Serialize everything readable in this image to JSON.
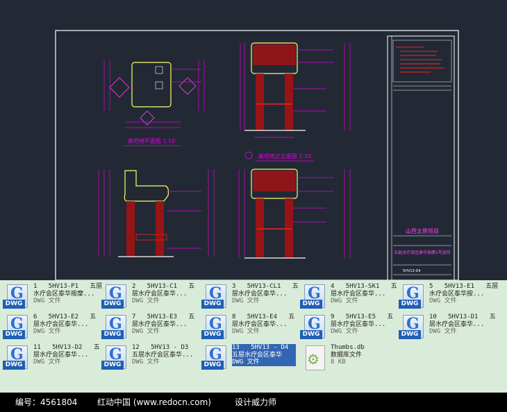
{
  "cad": {
    "view_titles": [
      "高吧椅平面图 1:10",
      "高吧椅正立面图 1:10"
    ],
    "title_block": {
      "project": "山西太原项目",
      "drawing": "五层水疗会区泰华按摩1号会所",
      "sheet_code": "5HV13-D4"
    }
  },
  "files": [
    {
      "line1": "1   5HV13-P1   五层",
      "line2": "水疗会区泰华按摩...",
      "type": "DWG 文件",
      "icon": "dwg-file-icon",
      "selected": false
    },
    {
      "line1": "2   5HV13-C1   五",
      "line2": "层水疗会区泰华...",
      "type": "DWG 文件",
      "icon": "dwg-file-icon",
      "selected": false
    },
    {
      "line1": "3   5HV13-CL1   五",
      "line2": "层水疗会区泰华...",
      "type": "DWG 文件",
      "icon": "dwg-file-icon",
      "selected": false
    },
    {
      "line1": "4   5HV13-SK1   五",
      "line2": "层水疗会区泰华...",
      "type": "DWG 文件",
      "icon": "dwg-file-icon",
      "selected": false
    },
    {
      "line1": "5   5HV13-E1   五层",
      "line2": "水疗会区泰华按...",
      "type": "DWG 文件",
      "icon": "dwg-file-icon",
      "selected": false
    },
    {
      "line1": "6   5HV13-E2   五",
      "line2": "层水疗会区泰华...",
      "type": "DWG 文件",
      "icon": "dwg-file-icon",
      "selected": false
    },
    {
      "line1": "7   5HV13-E3   五",
      "line2": "层水疗会区泰华...",
      "type": "DWG 文件",
      "icon": "dwg-file-icon",
      "selected": false
    },
    {
      "line1": "8   5HV13-E4   五",
      "line2": "层水疗会区泰华...",
      "type": "DWG 文件",
      "icon": "dwg-file-icon",
      "selected": false
    },
    {
      "line1": "9   5HV13-E5   五",
      "line2": "层水疗会区泰华...",
      "type": "DWG 文件",
      "icon": "dwg-file-icon",
      "selected": false
    },
    {
      "line1": "10   5HV13-D1   五",
      "line2": "层水疗会区泰华...",
      "type": "DWG 文件",
      "icon": "dwg-file-icon",
      "selected": false
    },
    {
      "line1": "11   5HV13-D2   五",
      "line2": "层水疗会区泰华...",
      "type": "DWG 文件",
      "icon": "dwg-file-icon",
      "selected": false
    },
    {
      "line1": "12   5HV13 - D3",
      "line2": "五层水疗会区泰华...",
      "type": "DWG 文件",
      "icon": "dwg-file-icon",
      "selected": false
    },
    {
      "line1": "13   5HV13 - D4",
      "line2": "五层水疗会区泰华",
      "type": "DWG 文件",
      "icon": "dwg-file-icon",
      "selected": true
    },
    {
      "line1": "Thumbs.db",
      "line2": "数据库文件",
      "type": "8 KB",
      "icon": "database-file-icon",
      "selected": false
    }
  ],
  "footer": {
    "id_text": "编号：4561804",
    "site_text": "红动中国 (www.redocn.com)",
    "slogan": "设计威力师"
  },
  "colors": {
    "cad_background": "#222934",
    "dim_line": "#e000e0",
    "outline": "#ffff66",
    "hatch": "#cc2222",
    "selection": "#3366b2",
    "file_panel": "#d9ecd9"
  }
}
